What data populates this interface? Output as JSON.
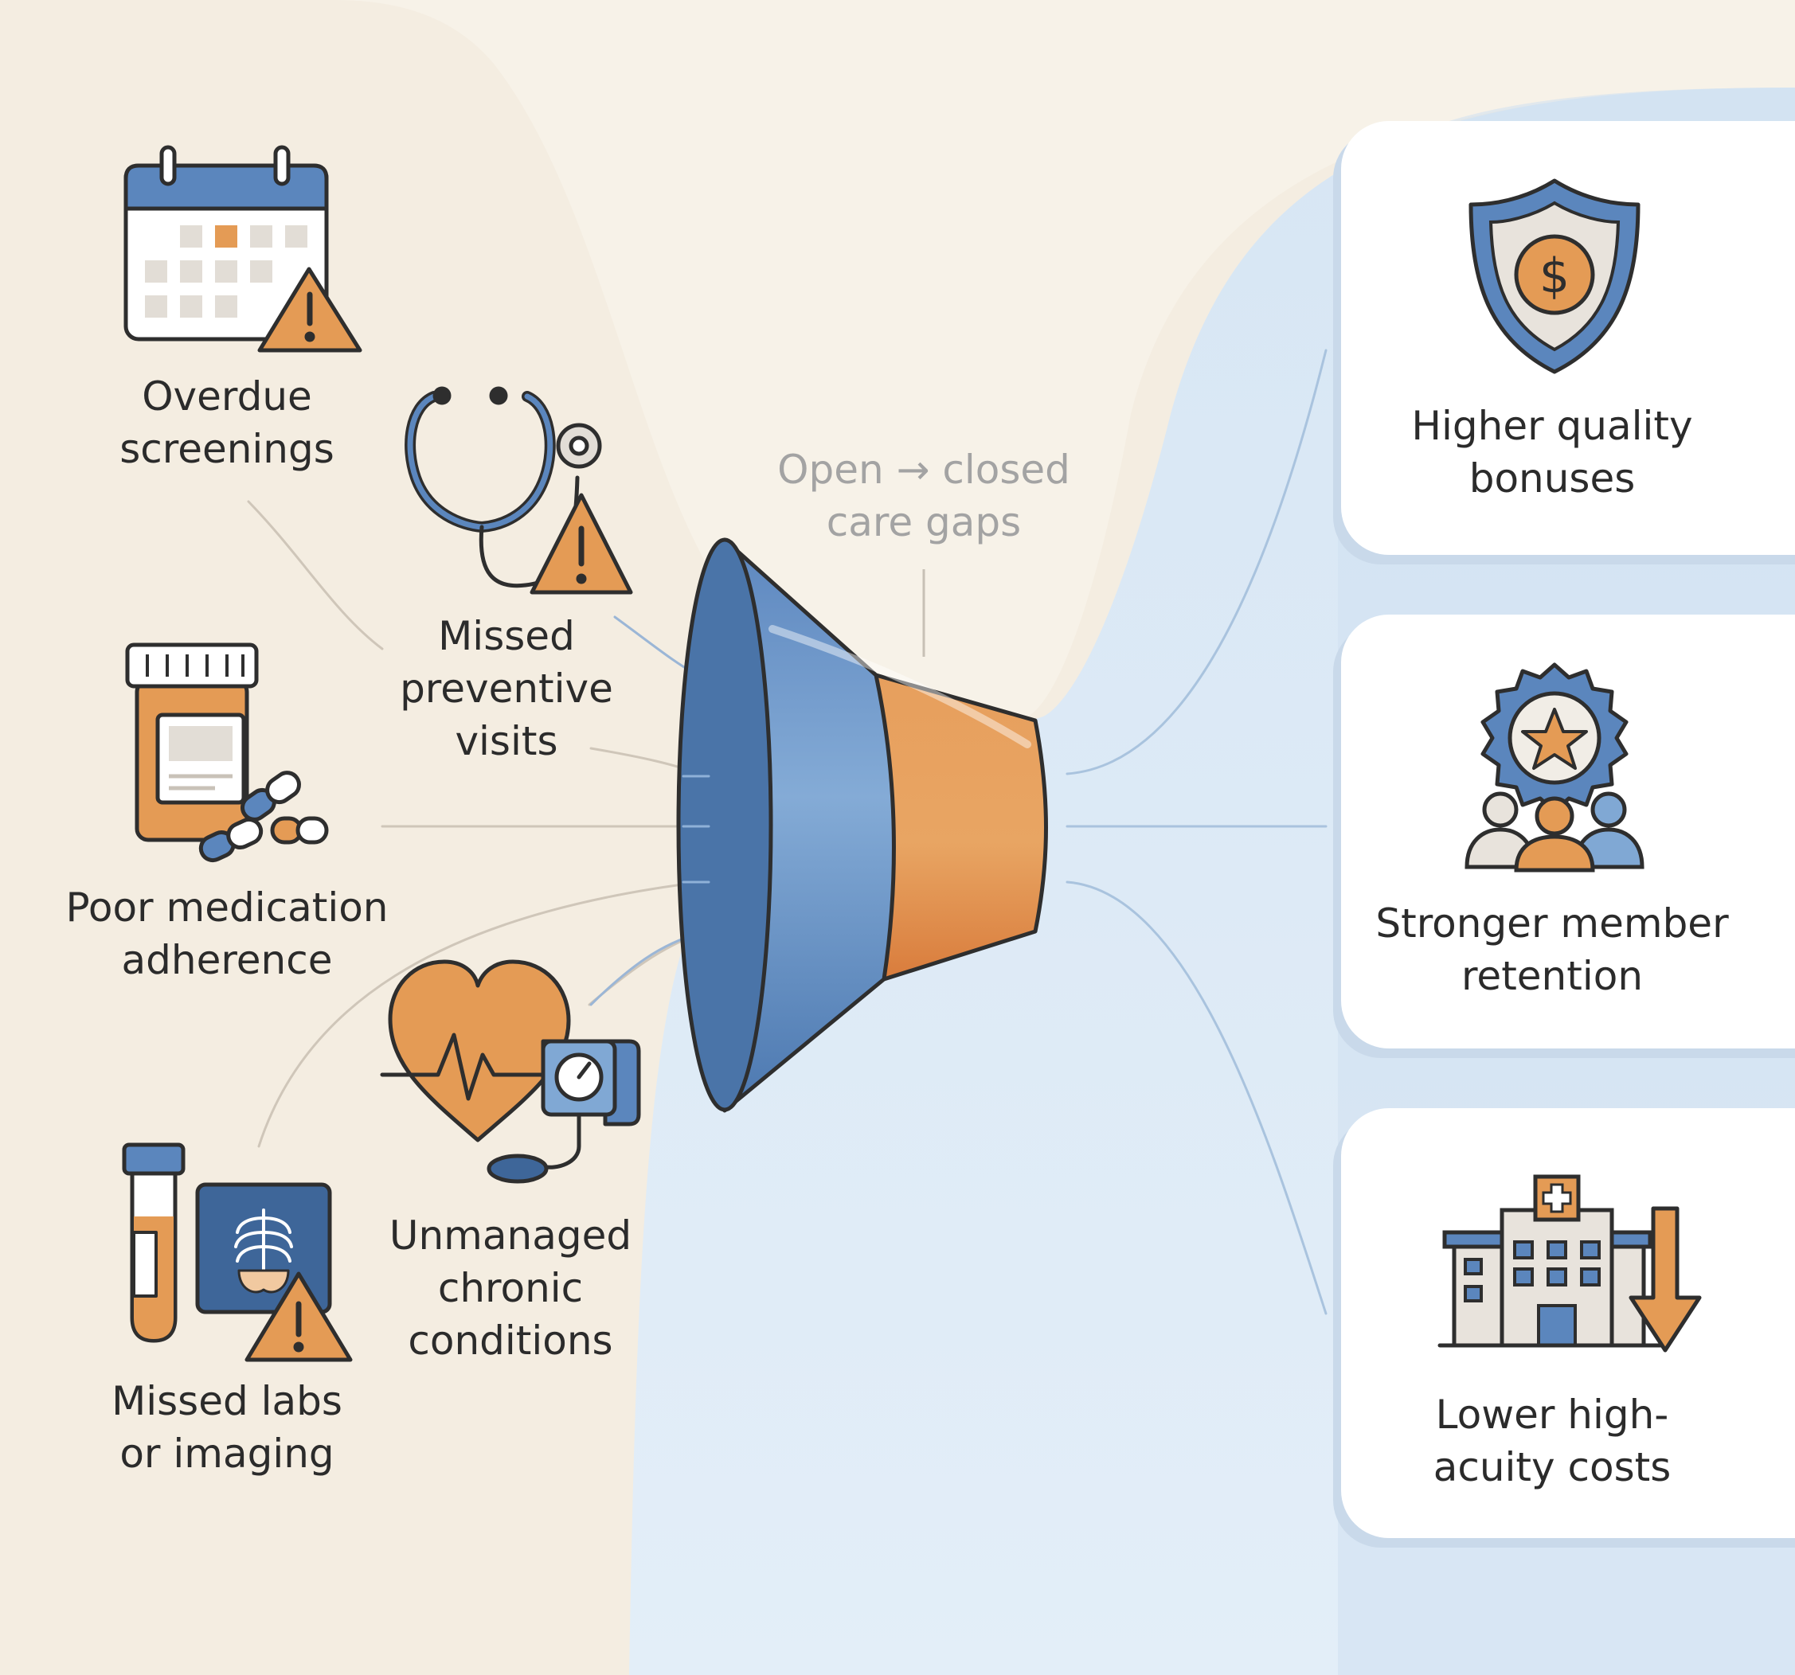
{
  "causes": [
    {
      "id": "overdue-screenings",
      "lines": [
        "Overdue",
        "screenings"
      ],
      "icon": "calendar-warning-icon"
    },
    {
      "id": "missed-preventive-visits",
      "lines": [
        "Missed",
        "preventive",
        "visits"
      ],
      "icon": "stethoscope-warning-icon"
    },
    {
      "id": "poor-medication-adherence",
      "lines": [
        "Poor medication",
        "adherence"
      ],
      "icon": "pill-bottle-icon"
    },
    {
      "id": "unmanaged-chronic-conditions",
      "lines": [
        "Unmanaged",
        "chronic",
        "conditions"
      ],
      "icon": "heart-blood-pressure-icon"
    },
    {
      "id": "missed-labs-imaging",
      "lines": [
        "Missed labs",
        "or imaging"
      ],
      "icon": "test-tube-xray-warning-icon"
    }
  ],
  "funnel": {
    "caption_lines": [
      "Open → closed",
      "care gaps"
    ],
    "icon": "funnel-icon"
  },
  "outcomes": [
    {
      "id": "higher-quality-bonuses",
      "lines": [
        "Higher quality",
        "bonuses"
      ],
      "icon": "shield-dollar-icon"
    },
    {
      "id": "stronger-member-retention",
      "lines": [
        "Stronger member",
        "retention"
      ],
      "icon": "badge-people-icon"
    },
    {
      "id": "lower-high-acuity-costs",
      "lines": [
        "Lower high-",
        "acuity costs"
      ],
      "icon": "hospital-down-arrow-icon"
    }
  ],
  "colors": {
    "background_left": "#f4ede1",
    "background_right": "#dde9f5",
    "blue": "#5b86bd",
    "blue_light": "#80a8d4",
    "blue_dark": "#3e6699",
    "orange": "#e49b55",
    "orange_dark": "#d97c3c",
    "outline": "#2e2e2e",
    "card": "#ffffff"
  }
}
